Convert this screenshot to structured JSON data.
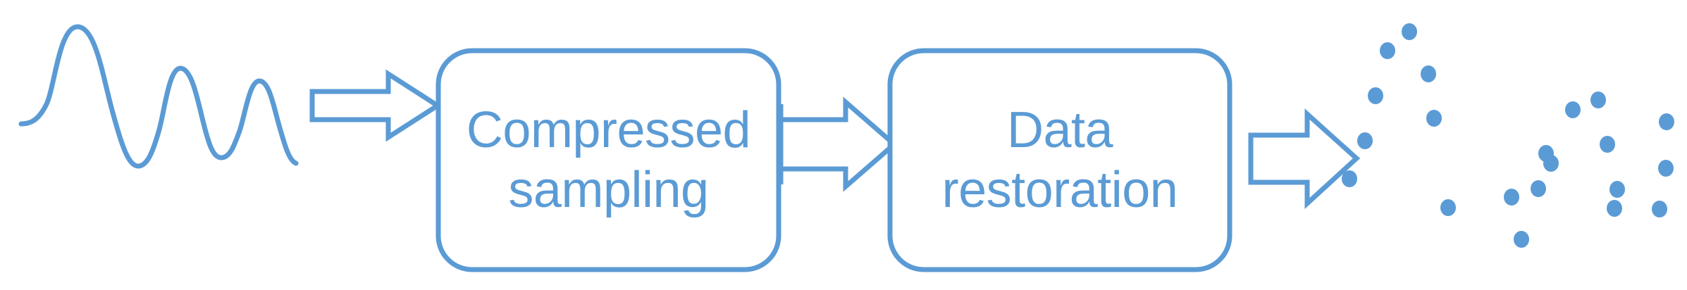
{
  "figure": {
    "name": "compressed-sampling-pipeline",
    "background_color": "#FFFFFF",
    "accent_color": "#5B9BD5",
    "stroke_width": 7
  },
  "flow": {
    "stages": [
      {
        "id": "input-waveform",
        "kind": "waveform",
        "label": ""
      },
      {
        "id": "compressed-sampling",
        "kind": "process-box",
        "line1": "Compressed",
        "line2": "sampling"
      },
      {
        "id": "data-restoration",
        "kind": "process-box",
        "line1": "Data",
        "line2": "restoration"
      },
      {
        "id": "output-samples",
        "kind": "scatter",
        "label": ""
      }
    ],
    "arrows": [
      {
        "id": "arrow-1",
        "from": "input-waveform",
        "to": "compressed-sampling",
        "direction": "right"
      },
      {
        "id": "arrow-2",
        "from": "compressed-sampling",
        "to": "data-restoration",
        "direction": "right"
      },
      {
        "id": "arrow-3",
        "from": "data-restoration",
        "to": "output-samples",
        "direction": "right"
      }
    ]
  },
  "chart_data": {
    "type": "scatter",
    "title": "",
    "xlabel": "",
    "ylabel": "",
    "xlim": [
      1900,
      2394
    ],
    "ylim": [
      0,
      412
    ],
    "grid": false,
    "legend": null,
    "marker_color": "#5B9BD5",
    "marker_radius": 11,
    "points": [
      {
        "x": 2000,
        "y": 45
      },
      {
        "x": 1969,
        "y": 72
      },
      {
        "x": 2027,
        "y": 105
      },
      {
        "x": 1952,
        "y": 136
      },
      {
        "x": 2035,
        "y": 168
      },
      {
        "x": 2268,
        "y": 142
      },
      {
        "x": 2232,
        "y": 156
      },
      {
        "x": 2365,
        "y": 173
      },
      {
        "x": 1937,
        "y": 200
      },
      {
        "x": 2281,
        "y": 205
      },
      {
        "x": 2194,
        "y": 218
      },
      {
        "x": 2201,
        "y": 232
      },
      {
        "x": 2364,
        "y": 239
      },
      {
        "x": 1915,
        "y": 254
      },
      {
        "x": 2183,
        "y": 268
      },
      {
        "x": 2295,
        "y": 269
      },
      {
        "x": 2291,
        "y": 296
      },
      {
        "x": 2055,
        "y": 295
      },
      {
        "x": 2145,
        "y": 280
      },
      {
        "x": 2355,
        "y": 297
      },
      {
        "x": 2159,
        "y": 340
      }
    ],
    "waveform": {
      "type": "line",
      "color": "#5B9BD5",
      "x_start": 30,
      "x_end": 420,
      "description": "smooth oscillating analog signal, decreasing amplitude",
      "peaks_y": [
        38,
        97
      ],
      "troughs_y": [
        235,
        200
      ]
    }
  }
}
